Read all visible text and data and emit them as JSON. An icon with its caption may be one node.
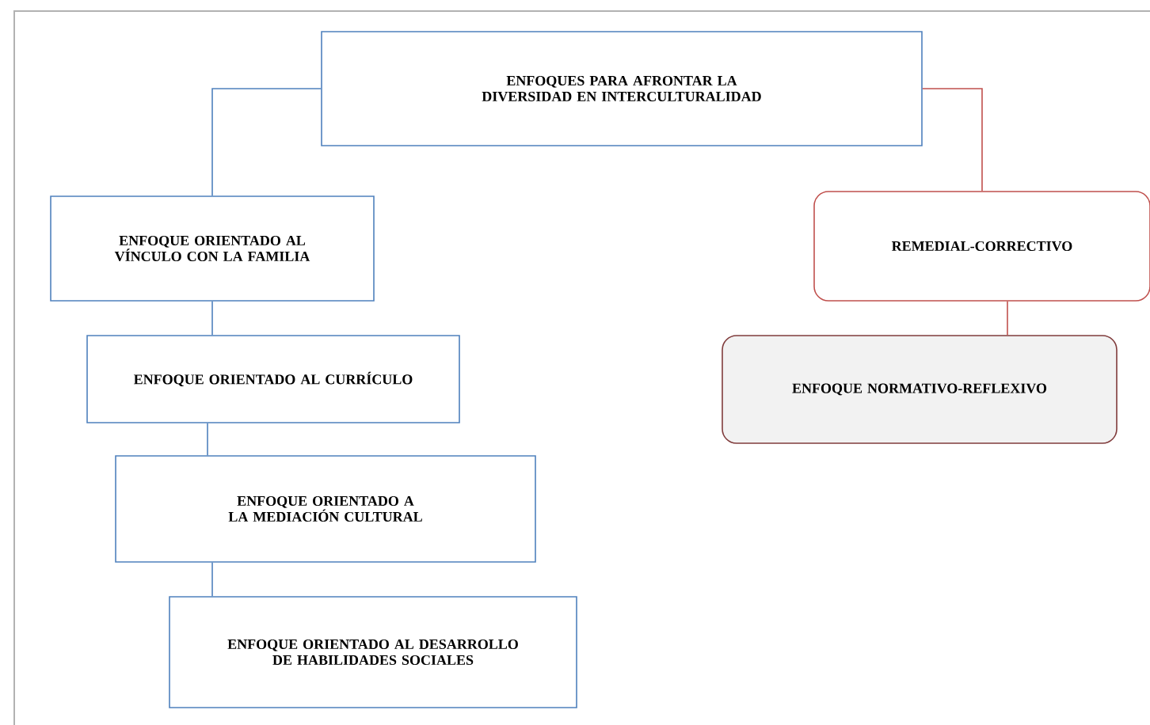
{
  "diagram": {
    "nodes": [
      {
        "text": [
          "ENFOQUES PARA AFRONTAR LA DIVERSIDAD EN INTERCULTURALIDAD"
        ]
      },
      {
        "text": [
          "ENFOQUE ORIENTADO AL VÍNCULO CON LA FAMILIA"
        ]
      },
      {
        "text": [
          "ENFOQUE ORIENTADO AL CURRÍCULO"
        ]
      },
      {
        "text": [
          "ENFOQUE ORIENTADO A LA MEDIACIÓN CULTURAL"
        ]
      },
      {
        "text": [
          "ENFOQUE ORIENTADO AL DESARROLLO DE HABILIDADES SOCIALES"
        ]
      },
      {
        "text": [
          "REMEDIAL-CORRECTIVO"
        ]
      },
      {
        "text": [
          "ENFOQUE NORMATIVO-REFLEXIVO"
        ]
      }
    ],
    "edges": [
      {
        "from": 0,
        "to": 1,
        "arrow": "none"
      },
      {
        "from": 1,
        "to": 2,
        "arrow": "none"
      },
      {
        "from": 2,
        "to": 3,
        "arrow": "none"
      },
      {
        "from": 3,
        "to": 4,
        "arrow": "none"
      },
      {
        "from": 0,
        "to": 5,
        "arrow": "none",
        "color": "#c0504d"
      },
      {
        "from": 5,
        "to": 6,
        "arrow": "none",
        "color": "#c0504d"
      }
    ]
  }
}
